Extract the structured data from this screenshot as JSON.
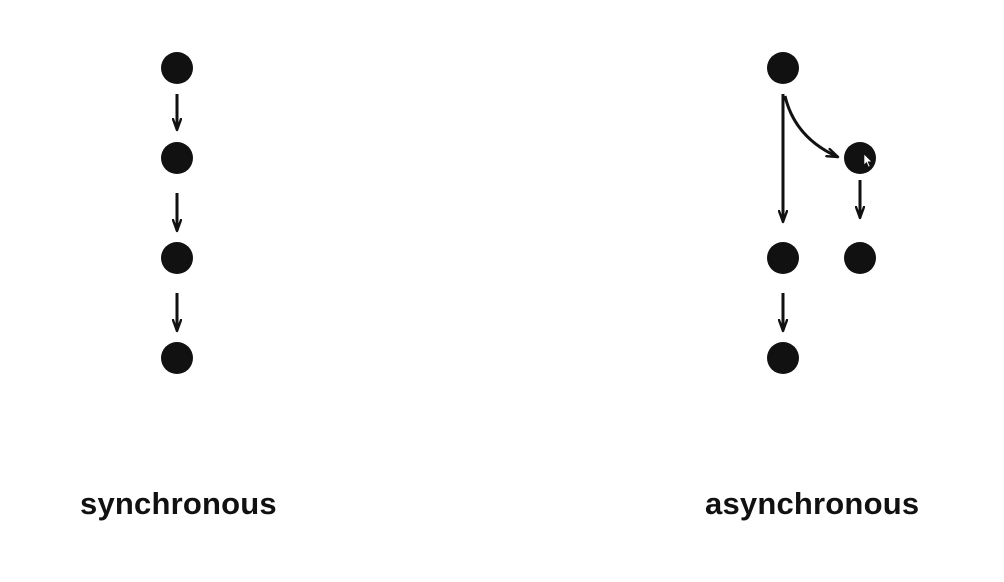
{
  "labels": {
    "synchronous": "synchronous",
    "asynchronous": "asynchronous"
  },
  "colors": {
    "background": "#ffffff",
    "ink": "#111111",
    "cursor": "#ffffff"
  },
  "diagram": {
    "synchronous": {
      "nodes": 4,
      "flow": "single sequential chain"
    },
    "asynchronous": {
      "nodes": 5,
      "flow": "branching into two parallel chains"
    }
  },
  "icons": {
    "cursor": "mouse-pointer-icon"
  }
}
